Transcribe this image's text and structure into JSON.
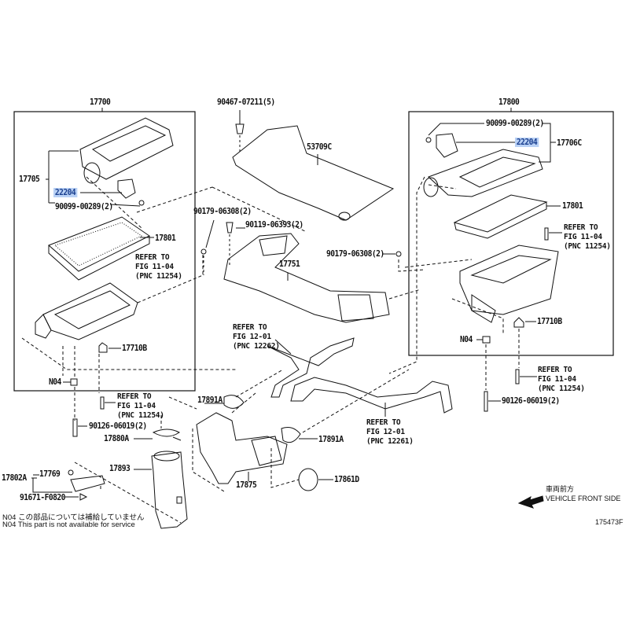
{
  "diagram": {
    "left_assembly": {
      "assembly_no": "17700",
      "cap_subassembly": "17705",
      "sensor": "22204",
      "screw": "90099-00289(2)",
      "filter": "17801",
      "refer": {
        "line1": "REFER TO",
        "line2": "FIG 11-04",
        "line3": "(PNC 11254)"
      },
      "grommet": "17710B",
      "nut": "N04"
    },
    "right_assembly": {
      "assembly_no": "17800",
      "screw": "90099-00289(2)",
      "sensor": "22204",
      "cap_subassembly": "17706C",
      "filter": "17801",
      "refer": {
        "line1": "REFER TO",
        "line2": "FIG 11-04",
        "line3": "(PNC 11254)"
      },
      "grommet": "17710B",
      "nut": "N04",
      "refer_lower": {
        "line1": "REFER TO",
        "line2": "FIG 11-04",
        "line3": "(PNC 11254)"
      },
      "stud": "90126-06019(2)"
    },
    "center": {
      "bolt_top": "90467-07211(5)",
      "cover": "53709C",
      "nut_left": "90179-06308(2)",
      "bolt": "90119-06393(2)",
      "duct": "17751",
      "nut_right": "90179-06308(2)",
      "refer_12262": {
        "line1": "REFER TO",
        "line2": "FIG 12-01",
        "line3": "(PNC 12262)"
      }
    },
    "lower": {
      "clamp_left": "17891A",
      "refer_11254": {
        "line1": "REFER TO",
        "line2": "FIG 11-04",
        "line3": "(PNC 11254)"
      },
      "stud": "90126-06019(2)",
      "clamp_17880A": "17880A",
      "resonator": "17893",
      "bracket_assy": "17802A",
      "bracket": "17769",
      "bolt": "91671-F0820",
      "clamp_right": "17891A",
      "refer_12261": {
        "line1": "REFER TO",
        "line2": "FIG 12-01",
        "line3": "(PNC 12261)"
      },
      "hose": "17875",
      "clamp_17861D": "17861D"
    },
    "notes": {
      "jp": "N04  この部品については補給していません",
      "en": "N04  This part is not available for service"
    },
    "orientation": {
      "jp": "車両前方",
      "en": "VEHICLE FRONT SIDE"
    },
    "figure_id": "175473F"
  },
  "colors": {
    "highlight_bg": "#b9d1f5",
    "highlight_text": "#1a3f8f"
  }
}
